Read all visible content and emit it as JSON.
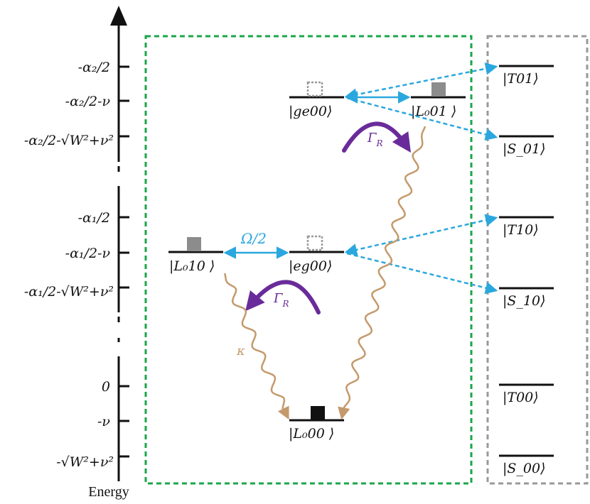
{
  "axis": {
    "title": "Energy",
    "ticks": [
      "-α₂/2",
      "-α₂/2-ν",
      "-α₂/2-√W²+ν²",
      "-α₁/2",
      "-α₁/2-ν",
      "-α₁/2-√W²+ν²",
      "0",
      "-ν",
      "-√W²+ν²"
    ]
  },
  "levels": {
    "ge00": "|ge00⟩",
    "L0_01": "|L₀01 ⟩",
    "L0_10": "|L₀10 ⟩",
    "eg00": "|eg00⟩",
    "L0_00": "|L₀00 ⟩"
  },
  "right_states": {
    "T01": "|T01⟩",
    "S01": "|S_01⟩",
    "T10": "|T10⟩",
    "S10": "|S_10⟩",
    "T00": "|T00⟩",
    "S00": "|S_00⟩"
  },
  "couplings": {
    "omega": "Ω/2",
    "gamma_upper": "Γ",
    "gamma_lower": "Γ",
    "gamma_sub": "R",
    "kappa": "κ"
  },
  "colors": {
    "green_box": "#1aa64a",
    "gray_box": "#999999",
    "blue": "#2aa7de",
    "purple": "#6a2b9a",
    "tan": "#c49a6c",
    "gray_square": "#8c8c8c"
  }
}
